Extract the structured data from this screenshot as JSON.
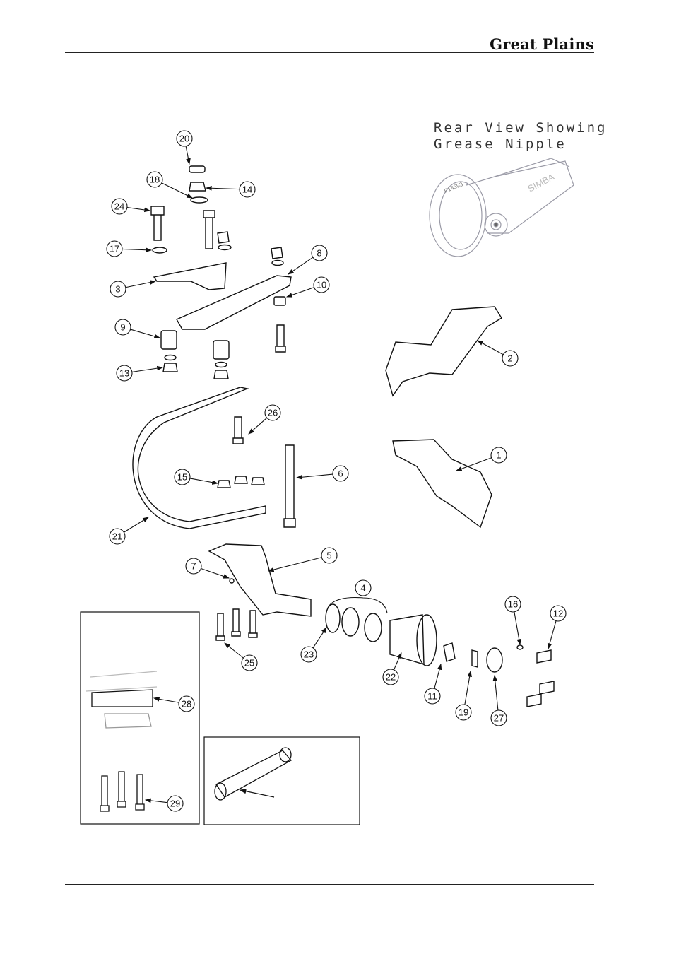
{
  "header": {
    "brand": "Great Plains"
  },
  "rear_view_note": {
    "line1": "Rear View Showing",
    "line2": "Grease Nipple"
  },
  "rear_view_labels": {
    "part_no": "P14593",
    "brand_mark": "SIMBA"
  },
  "callouts": [
    "20",
    "18",
    "14",
    "24",
    "17",
    "3",
    "8",
    "10",
    "9",
    "13",
    "26",
    "6",
    "15",
    "21",
    "5",
    "7",
    "4",
    "16",
    "12",
    "23",
    "22",
    "11",
    "19",
    "27",
    "25",
    "28",
    "29",
    "2",
    "1"
  ]
}
